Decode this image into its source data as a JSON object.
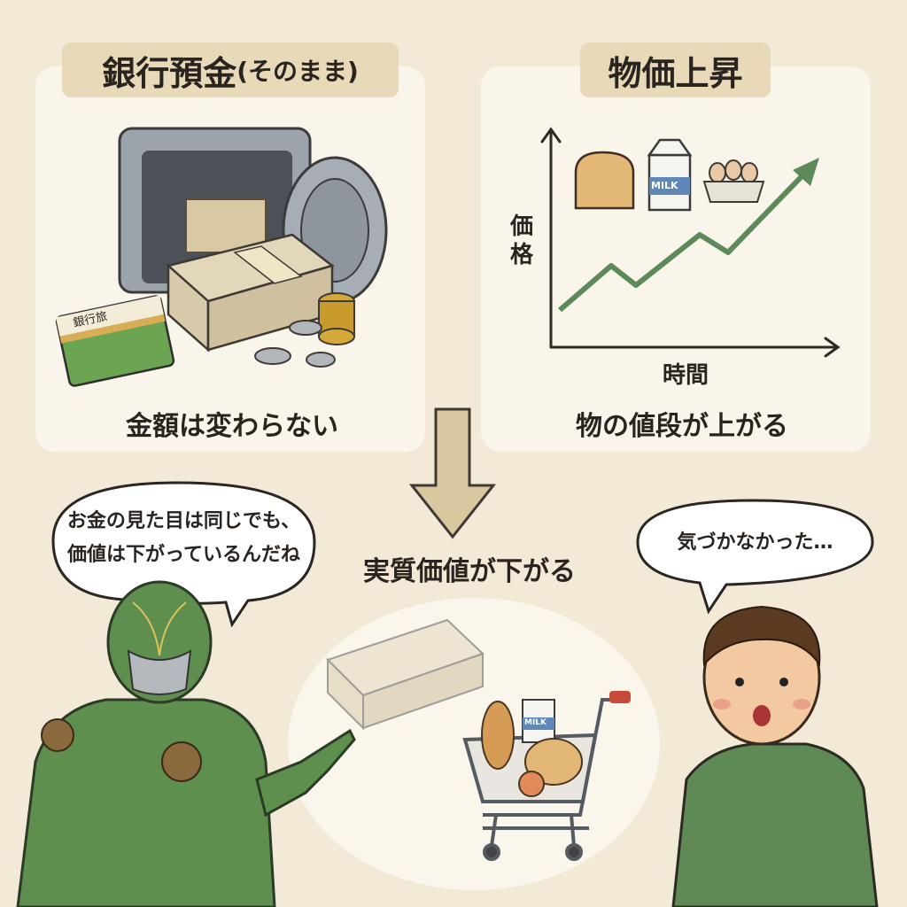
{
  "left_panel": {
    "title": "銀行預金",
    "title_suffix": "(そのまま)",
    "caption": "金額は変わらない",
    "passbook_label": "銀行旅"
  },
  "right_panel": {
    "title": "物価上昇",
    "y_axis_label": "価格",
    "x_axis_label": "時間",
    "caption": "物の値段が上がる",
    "milk_label": "MILK"
  },
  "center": {
    "result_text": "実質価値が下がる",
    "cart_milk_label": "MILK"
  },
  "speech": {
    "hero_line1": "お金の見た目は同じでも、",
    "hero_line2": "価値は下がっているんだね",
    "boy": "気づかなかった…"
  },
  "colors": {
    "background": "#f2e9d6",
    "panel": "#faf5ea",
    "title_box": "#e8d9b8",
    "trend_line": "#5e8a5a",
    "arrow": "#d9c79f",
    "hero_green": "#5f8f4e",
    "shirt_green": "#5f8a55"
  }
}
